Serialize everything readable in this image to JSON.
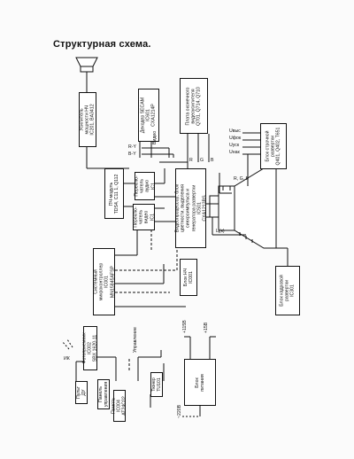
{
  "title": "Структурная  схема.",
  "blocks": {
    "ulf": "Усилитель\nмощности НЧ\nIC201, BA3412",
    "secam": "Декодер SECAM\nIC601\nCXA1214P",
    "video_amp": "Плата оконечного\nвидеоусилителя\nQ701, Q714, Q710",
    "if_module": "ПЧ-модуль\nTDS4, C11 1, Q112",
    "sw_audio": "Переклю-\nчатель\nаудио\nIC1",
    "sw_video": "Переклю-\nчатель\nвидео\nIC1",
    "video_proc": "Видеопроцессор, блок\nцветности, выделения\nсинхроимпульса и\nгенератора развертки\nIC501\nCXA1213BS",
    "hor_scan": "Блок строчной\nразвертки\nQ401, Q402, T651",
    "mcu": "Системный\nмикроконтроллер\nIC001\nMN15845AFSP",
    "rc_receiver": "Фотоприемник\nIC002\nSBX 1620-11",
    "rc_unit": "Пульт\nДУ",
    "control_panel": "Панель\nуправления",
    "memory": "Память\nIC004\nAT24C02",
    "tuner": "Тюнер\nTU101",
    "ulf_block": "Блок НЧ\nIC001",
    "power": "Блок\nпитания",
    "vert_scan": "Блок кадровой\nразвертки\nIC301"
  },
  "labels": {
    "video": "Видео",
    "r_y": "R-Y",
    "b_y": "B-Y",
    "r": "R",
    "g": "G",
    "b": "B",
    "rgb": "R, G, B",
    "u_high": "Uвыс",
    "u_focus": "Uфок",
    "u_accel": "Uуск",
    "u_heat": "Uнак",
    "pk": "ИК",
    "control": "Управление",
    "v115": "+115В",
    "v15": "+15В",
    "mains": "~220В",
    "cath": "Ц(к)"
  }
}
